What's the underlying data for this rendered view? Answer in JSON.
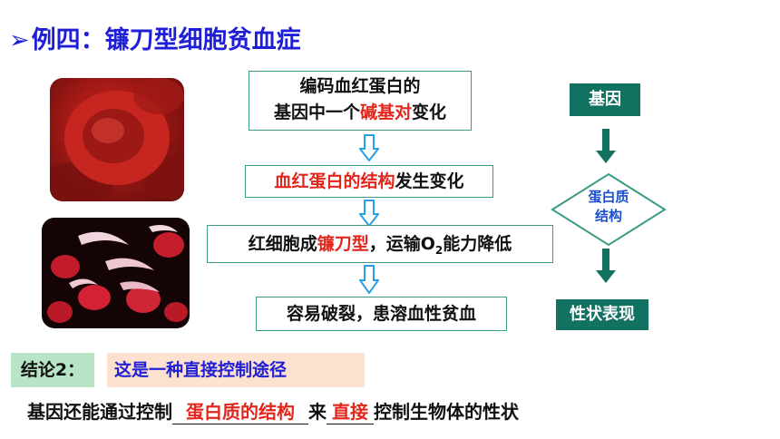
{
  "title": {
    "arrow": "➢",
    "text": "例四：镰刀型细胞贫血症"
  },
  "flow": {
    "box1_line1": "编码血红蛋白的",
    "box1_line2_a": "基因中一个",
    "box1_line2_red": "碱基对",
    "box1_line2_b": "变化",
    "box2_red": "血红蛋白的结构",
    "box2_rest": "发生变化",
    "box3_a": "红细胞成",
    "box3_red": "镰刀型",
    "box3_b": "，运输O",
    "box3_sub": "2",
    "box3_c": "能力降低",
    "box4": "容易破裂，患溶血性贫血"
  },
  "side": {
    "gene": "基因",
    "protein_line1": "蛋白质",
    "protein_line2": "结构",
    "trait": "性状表现"
  },
  "conclusion": {
    "label": "结论2：",
    "text": "这是一种直接控制途径"
  },
  "sentence": {
    "a": "基因还能通过控制",
    "blank1": "蛋白质的结构",
    "b": "来",
    "blank2": "直接",
    "c": "控制生物体的性状"
  },
  "colors": {
    "title": "#1f1fd6",
    "red": "#e1261c",
    "green": "#117262",
    "box_border": "#3a9b86"
  }
}
